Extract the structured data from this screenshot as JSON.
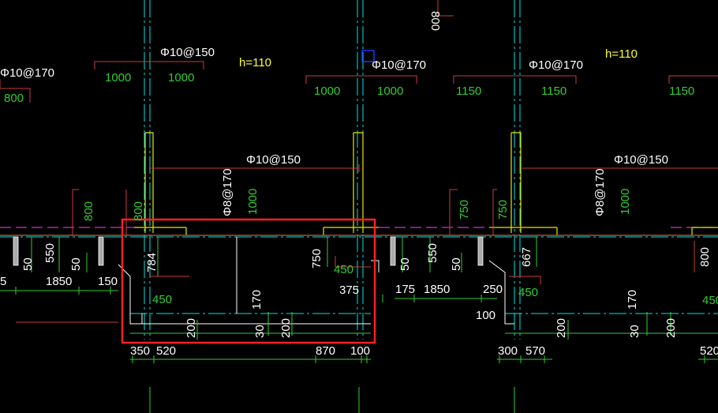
{
  "title": "",
  "colors": {
    "background": "#000000",
    "axis_cyan": "#00e5e5",
    "dimension_green": "#33cc33",
    "rebar_red": "#c83c3c",
    "wall_yellow": "#e6e600",
    "dashed_magenta": "#cc33cc",
    "text_white": "#ffffff",
    "highlight_red": "#ff2020",
    "marker_blue": "#2040ff"
  },
  "annotations": {
    "rebar_left_top": "Φ10@170",
    "rebar_mid_top": "Φ10@150",
    "h_label_1": "h=110",
    "rebar_right_top_1": "Φ10@170",
    "rebar_right_top_2": "Φ10@170",
    "h_label_2": "h=110",
    "rebar_span_1": "Φ10@150",
    "rebar_span_2": "Φ10@150",
    "rebar_vertical_1": "Φ8@170",
    "rebar_vertical_2": "Φ8@170"
  },
  "dims": {
    "d800_topright": "800",
    "d800_left": "800",
    "d1000_a": "1000",
    "d1000_b": "1000",
    "d1000_c": "1000",
    "d1000_d": "1000",
    "d1150_a": "1150",
    "d1150_b": "1150",
    "d1150_c": "1150",
    "v800_a": "800",
    "v800_b": "800",
    "v1000_a": "1000",
    "v750_a": "750",
    "v750_b": "750",
    "v1000_b": "1000",
    "v50_a": "50",
    "v550_a": "550",
    "v50_b": "50",
    "v784": "784",
    "v750_c": "750",
    "v50_c": "50",
    "v550_b": "550",
    "v50_d": "50",
    "v667": "667",
    "v800_c": "800",
    "d5": "5",
    "d1850_a": "1850",
    "d150": "150",
    "d450_a": "450",
    "d450_b": "450",
    "d375": "375",
    "d175": "175",
    "d1850_b": "1850",
    "d250": "250",
    "d450_c": "450",
    "d450_d": "450",
    "v170_a": "170",
    "v170_b": "170",
    "d100_a": "100",
    "v200_a": "200",
    "v30_a": "30",
    "v200_b": "200",
    "v200_c": "200",
    "v30_b": "30",
    "v200_d": "200",
    "d350": "350",
    "d520_a": "520",
    "d870": "870",
    "d100_b": "100",
    "d300": "300",
    "d570": "570",
    "d520_b": "520"
  }
}
